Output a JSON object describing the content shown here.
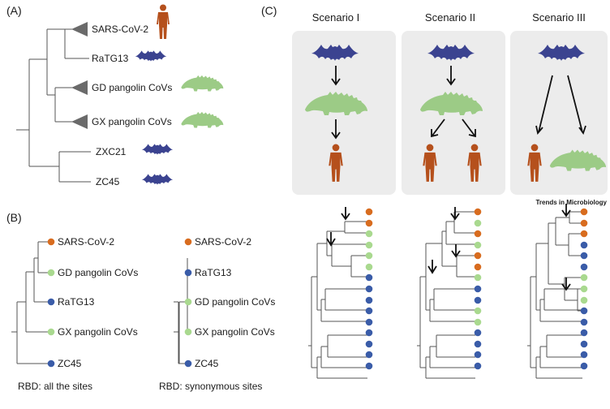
{
  "panels": {
    "a": "(A)",
    "b": "(B)",
    "c": "(C)"
  },
  "panelA": {
    "taxa": [
      "SARS-CoV-2",
      "RaTG13",
      "GD pangolin CoVs",
      "GX pangolin CoVs",
      "ZXC21",
      "ZC45"
    ]
  },
  "panelB": {
    "left": {
      "taxa": [
        "SARS-CoV-2",
        "GD pangolin CoVs",
        "RaTG13",
        "GX pangolin CoVs",
        "ZC45"
      ],
      "caption": "RBD: all the sites"
    },
    "right": {
      "taxa": [
        "SARS-CoV-2",
        "RaTG13",
        "GD pangolin CoVs",
        "GX pangolin CoVs",
        "ZC45"
      ],
      "caption": "RBD: synonymous  sites"
    }
  },
  "panelC": {
    "scenarios": [
      "Scenario I",
      "Scenario II",
      "Scenario III"
    ]
  },
  "credit": "Trends in Microbiology",
  "colors": {
    "human": "#b5501c",
    "bat": "#3b4390",
    "pangolin": "#9ccb86",
    "orange_dot": "#d86c1f",
    "green_dot": "#a9d98f",
    "blue_dot": "#3a5ca8",
    "box": "#ececec",
    "triangle": "#6a6a6a"
  }
}
